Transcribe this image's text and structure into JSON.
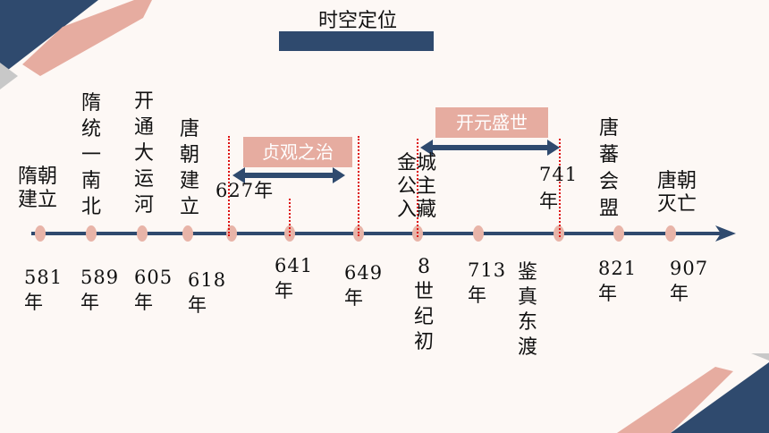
{
  "title": "时空定位",
  "periods": {
    "zhenguan": "贞观之治",
    "kaiyuan": "开元盛世"
  },
  "events": [
    {
      "label": "隋朝建立",
      "year": "581年"
    },
    {
      "label": "隋统一南北",
      "year": "589年"
    },
    {
      "label": "开通大运河",
      "year": "605年"
    },
    {
      "label": "唐朝建立",
      "year": "618年"
    },
    {
      "label": "",
      "year": "627年"
    },
    {
      "label": "",
      "year": "641年"
    },
    {
      "label": "",
      "year": "649年"
    },
    {
      "label": "金城公主入藏",
      "year": "8世纪初"
    },
    {
      "label": "",
      "year": "713年"
    },
    {
      "label": "鉴真东渡",
      "year": ""
    },
    {
      "label": "",
      "year": "741年"
    },
    {
      "label": "唐蕃会盟",
      "year": "821年"
    },
    {
      "label": "唐朝灭亡",
      "year": "907年"
    }
  ],
  "colors": {
    "navy": "#2f4a6e",
    "pink": "#e6aca0",
    "dash": "#dd1111"
  }
}
